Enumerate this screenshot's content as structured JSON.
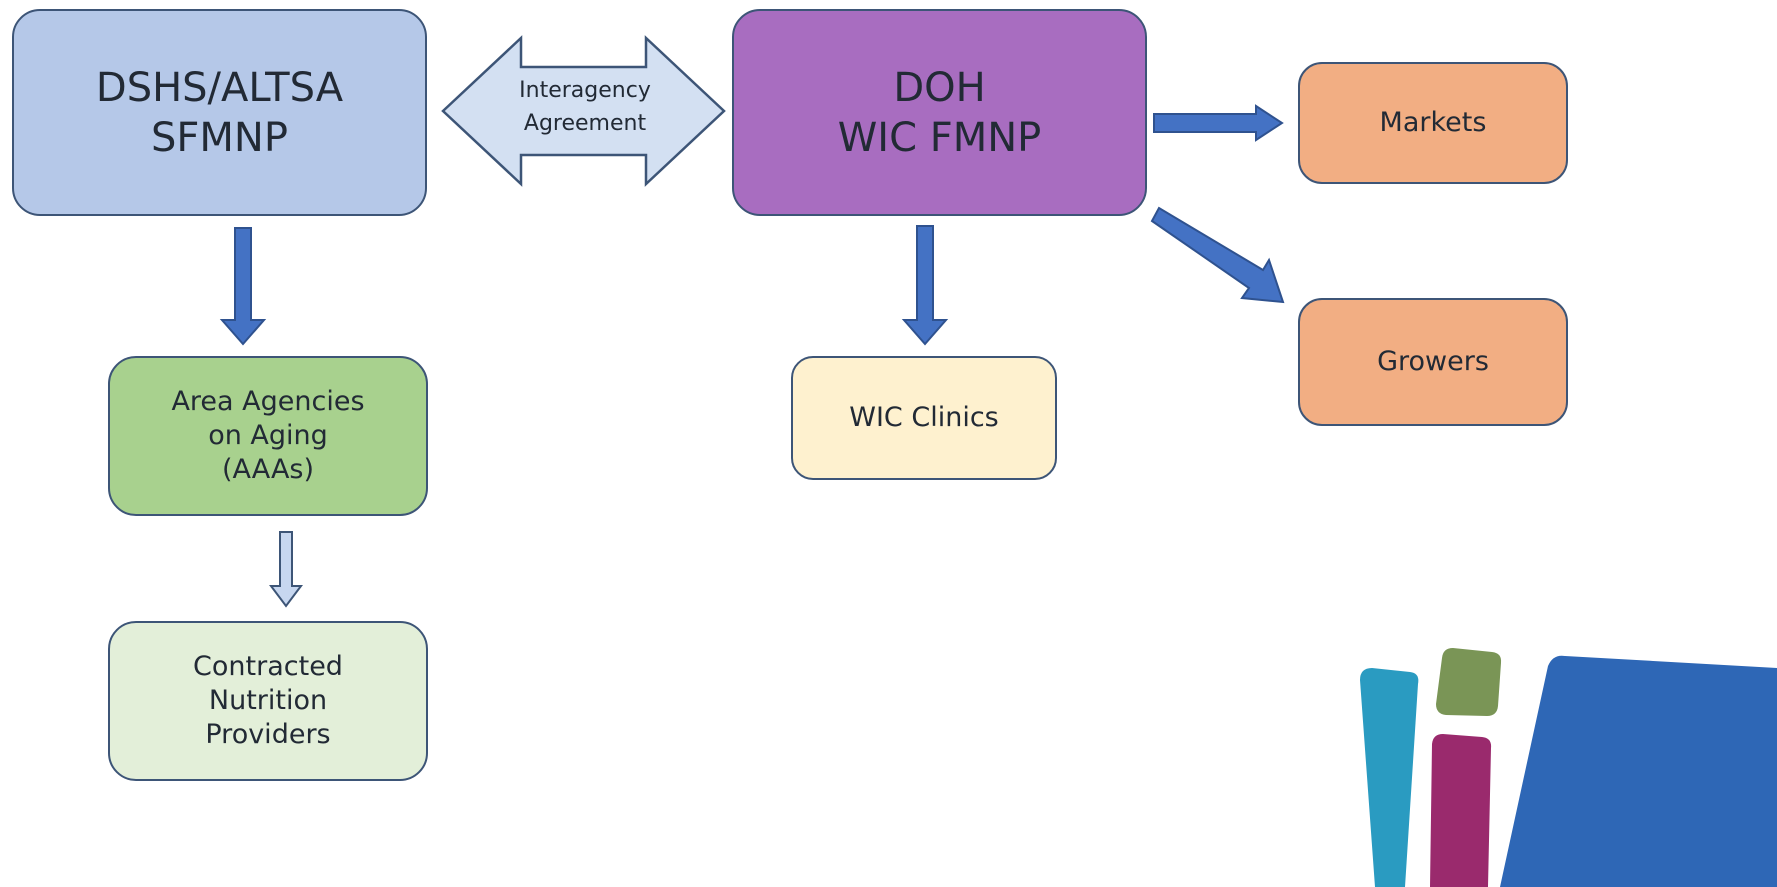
{
  "boxes": {
    "dshs": {
      "line1": "DSHS/ALTSA",
      "line2": "SFMNP"
    },
    "doh": {
      "line1": "DOH",
      "line2": "WIC FMNP"
    },
    "aaa": {
      "line1": "Area Agencies",
      "line2": "on Aging",
      "line3": "(AAAs)"
    },
    "cnp": {
      "line1": "Contracted",
      "line2": "Nutrition",
      "line3": "Providers"
    },
    "wic": {
      "label": "WIC Clinics"
    },
    "markets": {
      "label": "Markets"
    },
    "growers": {
      "label": "Growers"
    }
  },
  "interagency": {
    "line1": "Interagency",
    "line2": "Agreement"
  },
  "colors": {
    "dshs_fill": "#b5c8e8",
    "doh_fill": "#a86dc0",
    "aaa_fill": "#a8d18e",
    "cnp_fill": "#e3efd9",
    "wic_fill": "#fef1cf",
    "partner_fill": "#f2ae83",
    "arrow_blue": "#4472c4",
    "logo_teal": "#2a9bc1",
    "logo_olive": "#7a9556",
    "logo_magenta": "#9a2a6d",
    "logo_blue": "#2e67b6"
  },
  "logo": {
    "icon": "organization-logo-icon"
  }
}
